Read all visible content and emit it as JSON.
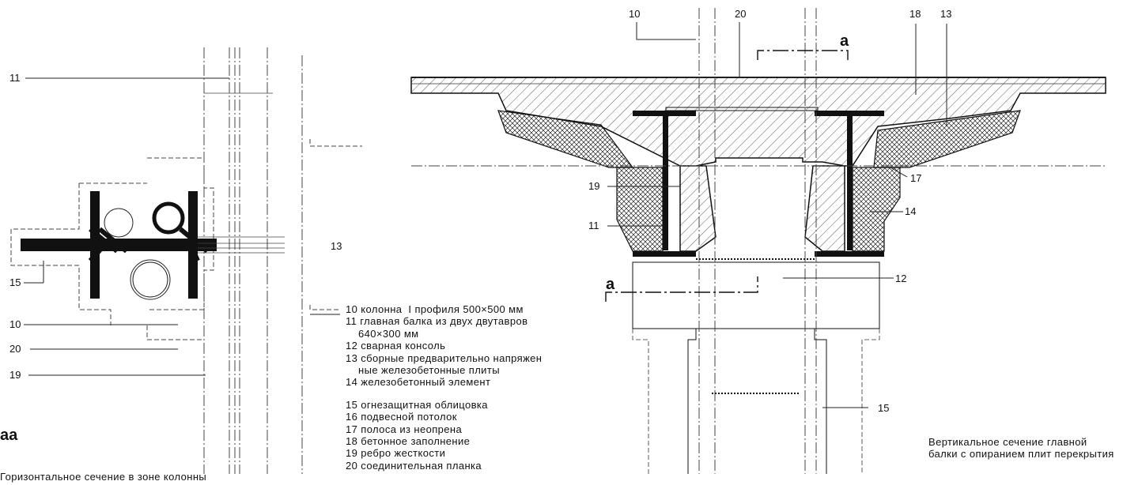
{
  "left_section": {
    "section_label": "aa",
    "callouts": {
      "c11": "11",
      "c15": "15",
      "c10": "10",
      "c20": "20",
      "c19": "19",
      "c13": "13"
    },
    "caption": "Горизонтальное сечение в зоне колонны"
  },
  "right_section": {
    "top_labels": {
      "c10": "10",
      "c20": "20",
      "c18": "18",
      "c13": "13"
    },
    "side_labels": {
      "c19": "19",
      "c11": "11",
      "c17": "17",
      "c14": "14",
      "c12": "12",
      "c15": "15"
    },
    "cut_marks": {
      "top": "a",
      "bottom": "a"
    },
    "caption": "Вертикальное сечение главной балки с опиранием плит перекрытия"
  },
  "legend": {
    "group1": [
      "10 колонна  I профиля 500×500 мм",
      "11 главная балка из двух двутавров\n    640×300 мм",
      "12 сварная консоль",
      "13 сборные предварительно напряжен\n    ные железобетонные плиты",
      "14 железобетонный элемент"
    ],
    "group2": [
      "15 огнезащитная облицовка",
      "16 подвесной потолок",
      "17 полоса из неопрена",
      "18 бетонное заполнение",
      "19 ребро жесткости",
      "20 соединительная планка"
    ]
  }
}
